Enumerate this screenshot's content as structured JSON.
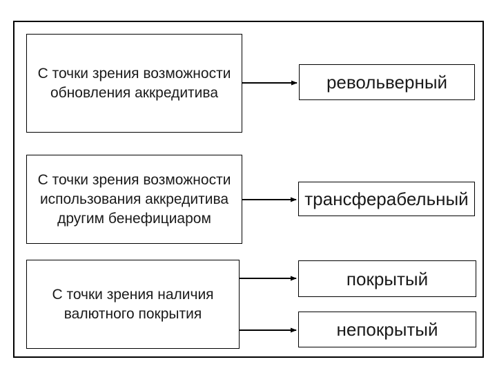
{
  "slide": {
    "background_color": "#ffffff",
    "frame_color": "#000000",
    "text_color": "#1a1a1a"
  },
  "boxes": {
    "criteria": [
      {
        "text": "С точки зрения возможности обновления аккредитива",
        "lines": [
          "С точки зрения возможности",
          "обновления аккредитива"
        ]
      },
      {
        "text": "С точки зрения возможности использования аккредитива другим бенефициаром",
        "lines": [
          "С точки зрения возможности",
          "использования аккредитива",
          "другим бенефициаром"
        ]
      },
      {
        "text": "С точки зрения наличия валютного покрытия",
        "lines": [
          "С точки зрения наличия",
          "валютного покрытия"
        ]
      }
    ],
    "types": [
      {
        "label": "револьверный"
      },
      {
        "label": "трансферабельный"
      },
      {
        "label": "покрытый"
      },
      {
        "label": "непокрытый"
      }
    ]
  },
  "connections": [
    {
      "from": "С точки зрения возможности обновления аккредитива",
      "to": "револьверный"
    },
    {
      "from": "С точки зрения возможности использования аккредитива другим бенефициаром",
      "to": "трансферабельный"
    },
    {
      "from": "С точки зрения наличия валютного покрытия",
      "to": "покрытый"
    },
    {
      "from": "С точки зрения наличия валютного покрытия",
      "to": "непокрытый"
    }
  ]
}
